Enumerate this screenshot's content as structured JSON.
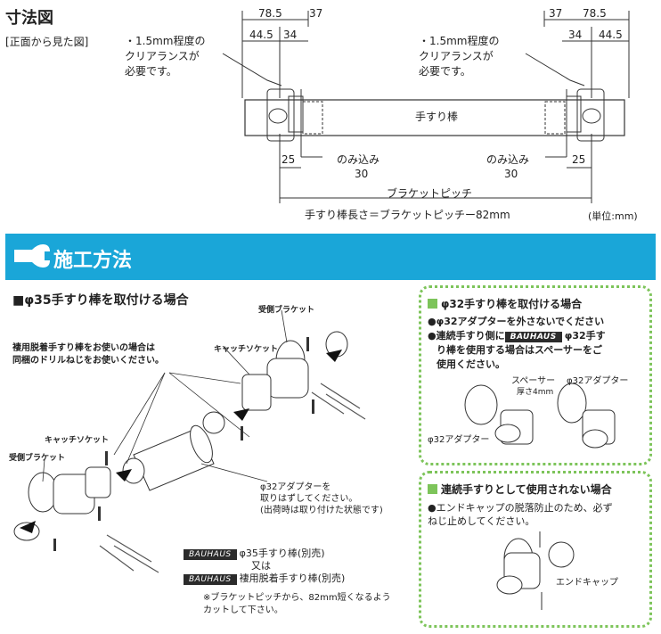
{
  "dimension": {
    "title": "寸法図",
    "view_note": "[正面から見た図]",
    "clearance_left": [
      "・1.5mm程度の",
      "クリアランスが",
      "必要です。"
    ],
    "clearance_right": [
      "・1.5mm程度の",
      "クリアランスが",
      "必要です。"
    ],
    "dims_top_left": [
      "78.5",
      "37",
      "44.5",
      "34"
    ],
    "dims_top_right": [
      "37",
      "78.5",
      "34",
      "44.5"
    ],
    "rod_label": "手すり棒",
    "dim_25": "25",
    "insert_label": "のみ込み",
    "insert_value": "30",
    "pitch_label": "ブラケットピッチ",
    "formula": "手すり棒長さ＝ブラケットピッチー82mm",
    "unit": "(単位:mm)"
  },
  "install": {
    "banner_title": "施工方法",
    "section35": {
      "heading": "■φ35手すり棒を取付ける場合",
      "bracket_label_1": "受側ブラケット",
      "socket_label_1": "キャッチソケット",
      "bracket_label_2": "受側ブラケット",
      "socket_label_2": "キャッチソケット",
      "screw_note": [
        "褄用脱着手すり棒をお使いの場合は",
        "同梱のドリルねじをお使いください。"
      ],
      "adapter_note": [
        "φ32アダプターを",
        "取りはずしてください。",
        "(出荷時は取り付けた状態です)"
      ],
      "brand": "BAUHAUS",
      "rod_opt_1": "φ35手すり棒(別売)",
      "or": "又は",
      "rod_opt_2": "褄用脱着手すり棒(別売)",
      "cut_note": [
        "※ブラケットピッチから、82mm短くなるよう",
        "カットして下さい。"
      ]
    },
    "section32": {
      "heading": "φ32手すり棒を取付ける場合",
      "bullet_1": "●φ32アダプターを外さないでください",
      "bullet_2_pre": "●連続手すり側に",
      "brand": "BAUHAUS",
      "bullet_2_post": "φ32手す",
      "bullet_2_line2": "り棒を使用する場合はスペーサーをご",
      "bullet_2_line3": "使用ください。",
      "spacer_label": "スペーサー",
      "spacer_thickness": "厚さ4mm",
      "adapter_label_top": "φ32アダプター",
      "adapter_label_left": "φ32アダプター"
    },
    "section_end": {
      "heading": "連続手すりとして使用されない場合",
      "note": [
        "●エンドキャップの脱落防止のため、必ず",
        "ねじ止めしてください。"
      ],
      "endcap_label": "エンドキャップ"
    }
  }
}
